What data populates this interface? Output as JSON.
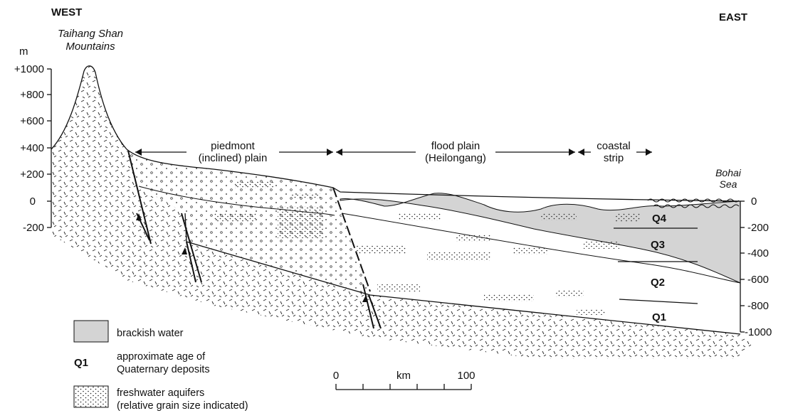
{
  "labels": {
    "west": "WEST",
    "east": "EAST",
    "mountains_line1": "Taihang Shan",
    "mountains_line2": "Mountains",
    "sea_line1": "Bohai",
    "sea_line2": "Sea"
  },
  "left_axis": {
    "unit": "m",
    "ticks": [
      "+1000",
      "+800",
      "+600",
      "+400",
      "+200",
      "0",
      "-200"
    ]
  },
  "right_axis": {
    "ticks": [
      "0",
      "-200",
      "-400",
      "-600",
      "-800",
      "-1000"
    ]
  },
  "regions": {
    "piedmont_line1": "piedmont",
    "piedmont_line2": "(inclined) plain",
    "flood_line1": "flood  plain",
    "flood_line2": "(Heilongang)",
    "coastal_line1": "coastal",
    "coastal_line2": "strip"
  },
  "ages": [
    "Q4",
    "Q3",
    "Q2",
    "Q1"
  ],
  "legend": {
    "brackish": "brackish water",
    "q_symbol": "Q1",
    "q_line1": "approximate age of",
    "q_line2": "Quaternary deposits",
    "fresh_line1": "freshwater aquifers",
    "fresh_line2": "(relative grain size indicated)"
  },
  "scale_bar": {
    "start": "0",
    "unit": "km",
    "end": "100"
  },
  "colors": {
    "brackish_fill": "#d4d4d4",
    "line": "#111111"
  }
}
